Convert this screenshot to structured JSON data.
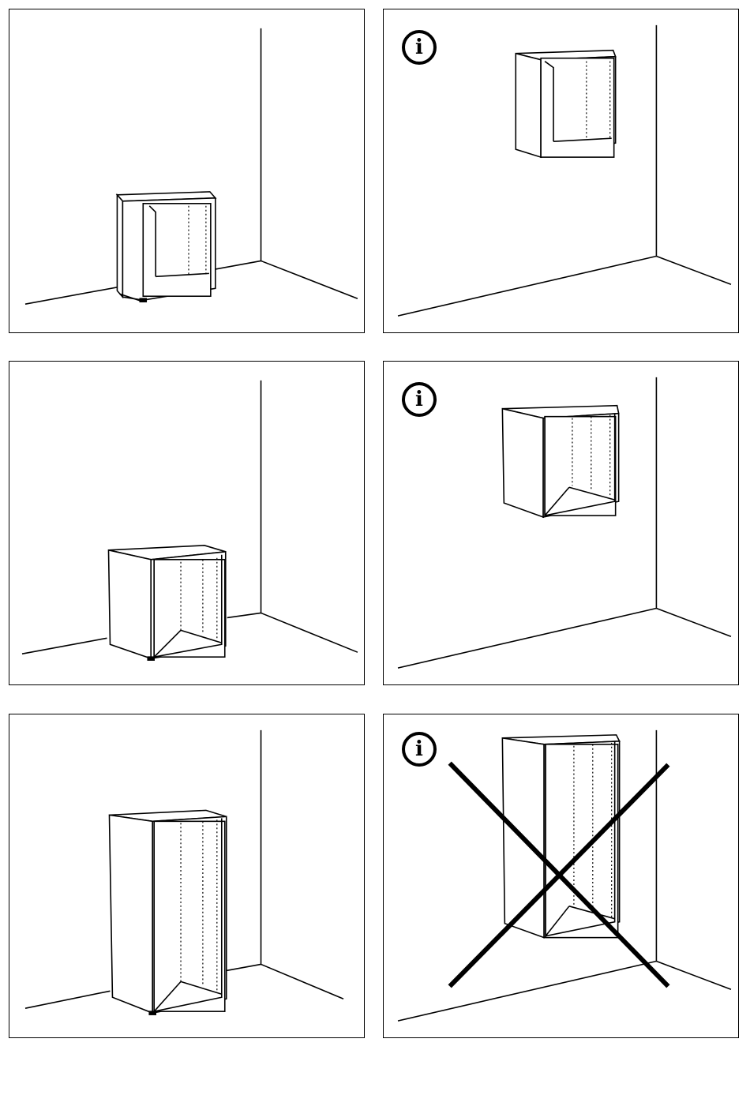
{
  "diagram": {
    "panels": [
      {
        "id": "p1",
        "info": false,
        "wrong": false,
        "cabinet": "low",
        "mounted": false
      },
      {
        "id": "p2",
        "info": true,
        "wrong": false,
        "cabinet": "low",
        "mounted": true
      },
      {
        "id": "p3",
        "info": false,
        "wrong": false,
        "cabinet": "cube",
        "mounted": false
      },
      {
        "id": "p4",
        "info": true,
        "wrong": false,
        "cabinet": "cube",
        "mounted": true
      },
      {
        "id": "p5",
        "info": false,
        "wrong": false,
        "cabinet": "tall",
        "mounted": false
      },
      {
        "id": "p6",
        "info": true,
        "wrong": true,
        "cabinet": "tall",
        "mounted": true
      }
    ],
    "info_symbol": "i",
    "icons": {
      "info": "info-icon",
      "prohibited": "cross-icon"
    },
    "line_color": "#000000"
  }
}
